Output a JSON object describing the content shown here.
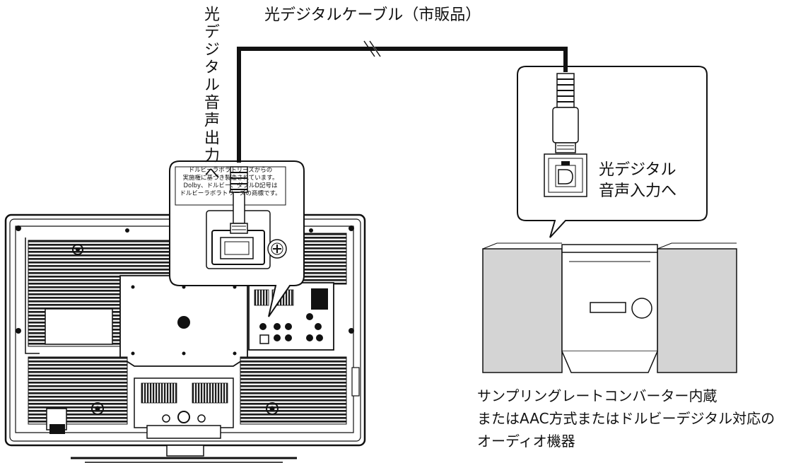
{
  "labels": {
    "cable": "光デジタルケーブル（市販品）",
    "tv_output": "光デジタル音声出力へ",
    "audio_input_line1": "光デジタル",
    "audio_input_line2": "音声入力へ"
  },
  "caption": {
    "line1": "サンプリングレートコンバーター内蔵",
    "line2": "またはAAC方式またはドルビーデジタル対応の",
    "line3": "オーディオ機器"
  },
  "sticker": {
    "line1": "ドルビーラボラトリーズからの",
    "line2": "実施権に基づき製造されています。",
    "line3": "Dolby、ドルビー、ダブルD記号は",
    "line4": "ドルビーラボラトリーズの商標です。"
  },
  "colors": {
    "line": "#111111",
    "speaker_gray": "#d4d4d4",
    "grille": "#222222",
    "background": "#ffffff"
  }
}
